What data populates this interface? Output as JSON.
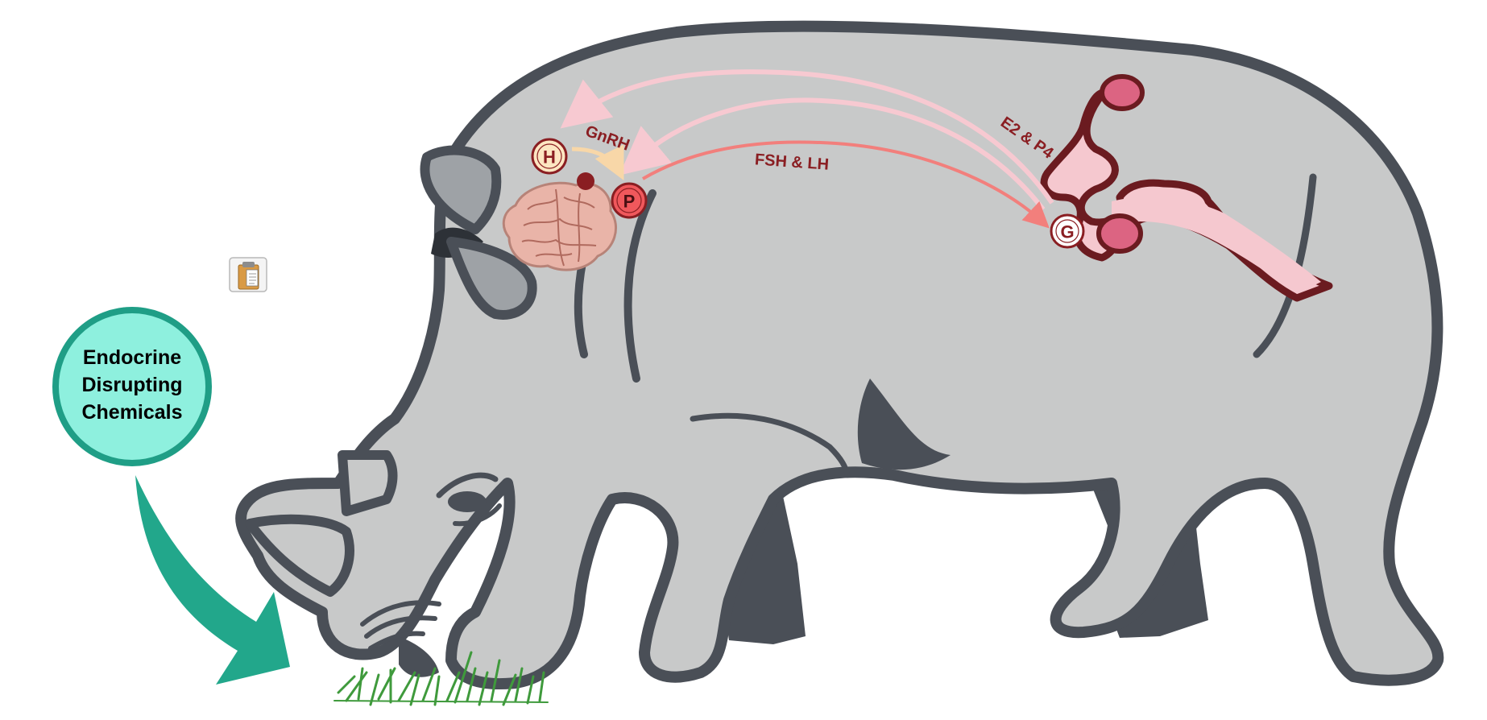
{
  "edc_label": [
    "Endocrine",
    "Disrupting",
    "Chemicals"
  ],
  "nodes": {
    "hypothalamus": "H",
    "pituitary": "P",
    "gonad": "G"
  },
  "hormones": {
    "gnrh": "GnRH",
    "fsh_lh": "FSH & LH",
    "e2_p4": "E2 & P4"
  },
  "colors": {
    "rhino_body": "#c8c9c9",
    "rhino_outline": "#4a4f57",
    "edc_fill": "#8ef0de",
    "edc_border": "#1f9e86",
    "edc_arrow": "#22a78b",
    "node_h_fill": "#fde6c2",
    "node_pg_fill": "#f0585c",
    "hormone_text": "#8a1e22",
    "feedback_arrow": "#f7c9d1",
    "fsh_lh_arrow": "#f27f7c",
    "reproductive_tract": "#f5c8cf",
    "ovary": "#dc6482",
    "grass": "#3f9a3c"
  },
  "icons": [
    "clipboard-icon",
    "brain-icon",
    "rhino-illustration",
    "grass-icon"
  ]
}
